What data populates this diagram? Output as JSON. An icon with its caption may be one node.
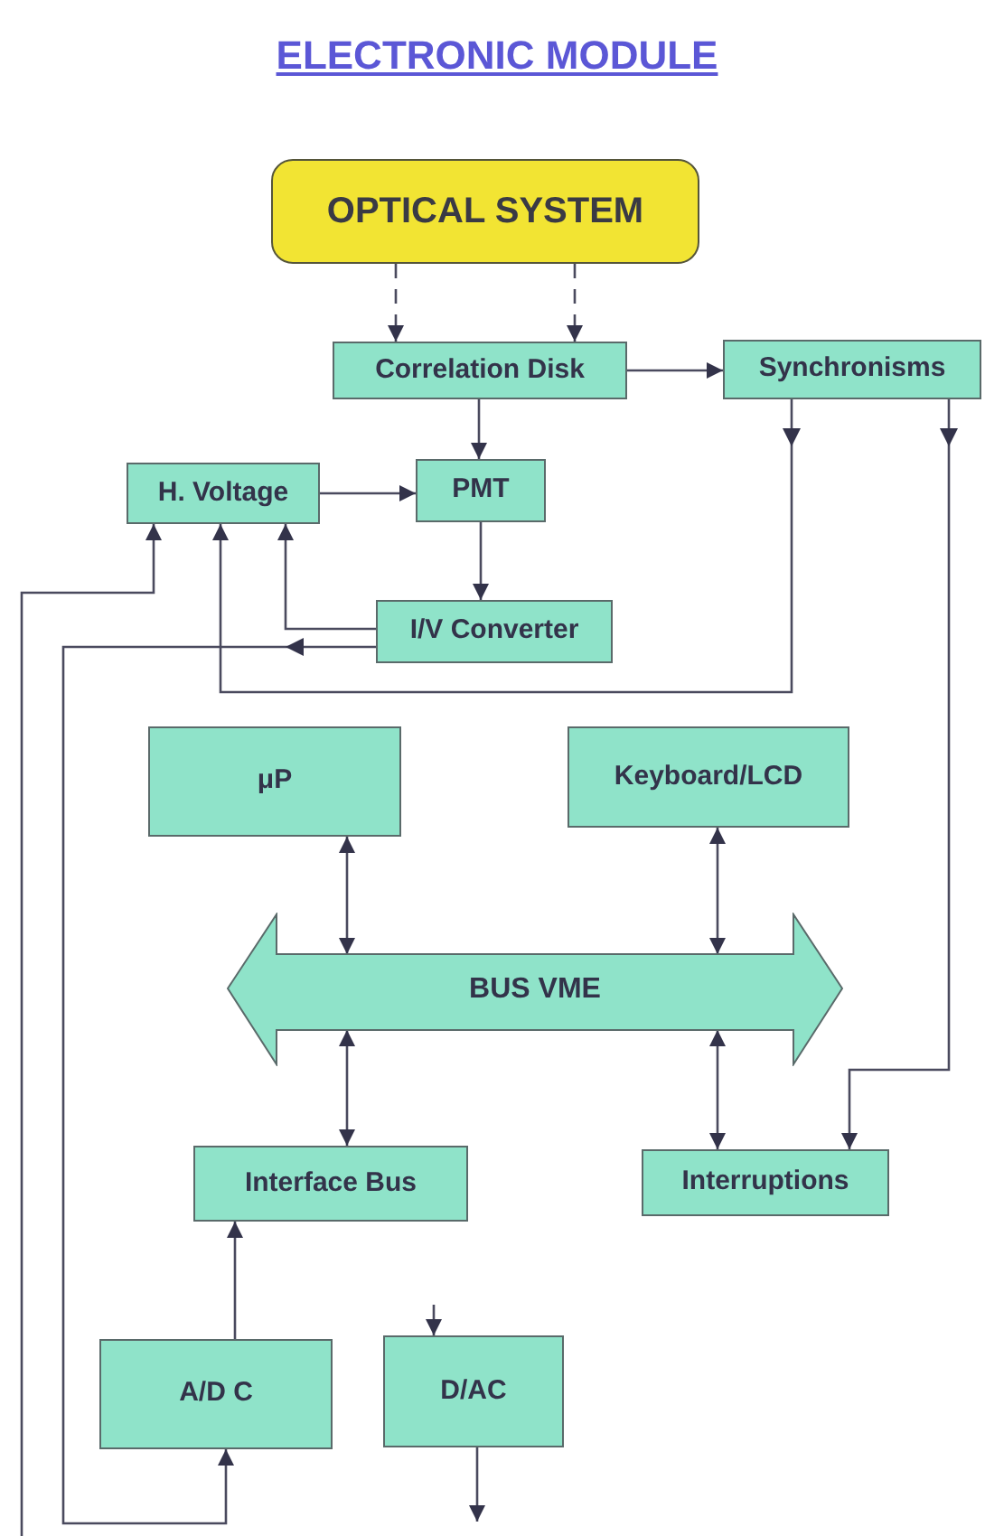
{
  "diagram": {
    "title": "ELECTRONIC MODULE",
    "nodes": [
      {
        "text": [
          "OPTICAL SYSTEM"
        ]
      },
      {
        "text": [
          "Correlation Disk"
        ]
      },
      {
        "text": [
          "Synchronisms"
        ]
      },
      {
        "text": [
          "H. Voltage"
        ]
      },
      {
        "text": [
          "PMT"
        ]
      },
      {
        "text": [
          "I/V Converter"
        ]
      },
      {
        "text": [
          "μP"
        ]
      },
      {
        "text": [
          "Keyboard/LCD"
        ]
      },
      {
        "text": [
          "BUS VME"
        ]
      },
      {
        "text": [
          "Interface Bus"
        ]
      },
      {
        "text": [
          "Interruptions"
        ]
      },
      {
        "text": [
          "A/D C"
        ]
      },
      {
        "text": [
          "D/AC"
        ]
      }
    ],
    "edges": [
      {
        "from": 0,
        "to": 1,
        "arrow": "to",
        "style": "dashed"
      },
      {
        "from": 0,
        "to": 1,
        "arrow": "to",
        "style": "dashed"
      },
      {
        "from": 1,
        "to": 2,
        "arrow": "to"
      },
      {
        "from": 1,
        "to": 4,
        "arrow": "to"
      },
      {
        "from": 3,
        "to": 4,
        "arrow": "to"
      },
      {
        "from": 4,
        "to": 5,
        "arrow": "to"
      },
      {
        "from": 5,
        "to": 3,
        "arrow": "to"
      },
      {
        "from": 2,
        "to": 3,
        "arrow": "to"
      },
      {
        "from": 2,
        "to": 10,
        "arrow": "to"
      },
      {
        "from": null,
        "to": 3,
        "arrow": "to"
      },
      {
        "from": 5,
        "to": 11,
        "arrow": "to"
      },
      {
        "from": 6,
        "to": 8,
        "arrow": "both"
      },
      {
        "from": 7,
        "to": 8,
        "arrow": "both"
      },
      {
        "from": 8,
        "to": 9,
        "arrow": "both"
      },
      {
        "from": 8,
        "to": 10,
        "arrow": "both"
      },
      {
        "from": 11,
        "to": 9,
        "arrow": "to"
      },
      {
        "from": null,
        "to": 12,
        "arrow": "to"
      },
      {
        "from": 12,
        "to": null,
        "arrow": "to"
      }
    ]
  }
}
